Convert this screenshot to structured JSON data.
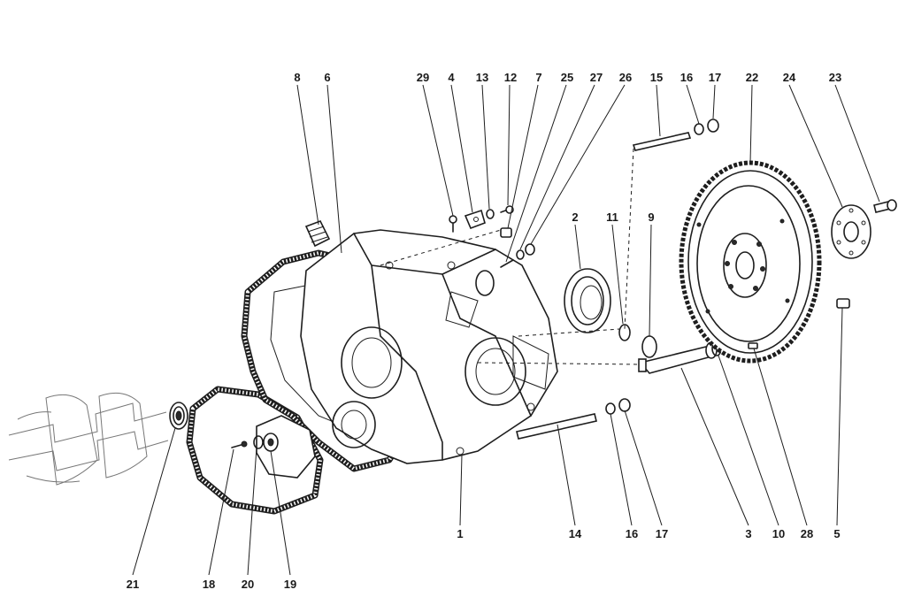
{
  "callouts": [
    {
      "id": "8",
      "text": "8"
    },
    {
      "id": "6",
      "text": "6"
    },
    {
      "id": "29",
      "text": "29"
    },
    {
      "id": "4",
      "text": "4"
    },
    {
      "id": "13",
      "text": "13"
    },
    {
      "id": "12",
      "text": "12"
    },
    {
      "id": "7",
      "text": "7"
    },
    {
      "id": "25",
      "text": "25"
    },
    {
      "id": "27",
      "text": "27"
    },
    {
      "id": "26",
      "text": "26"
    },
    {
      "id": "15",
      "text": "15"
    },
    {
      "id": "16a",
      "text": "16"
    },
    {
      "id": "17a",
      "text": "17"
    },
    {
      "id": "22",
      "text": "22"
    },
    {
      "id": "24",
      "text": "24"
    },
    {
      "id": "23",
      "text": "23"
    },
    {
      "id": "2",
      "text": "2"
    },
    {
      "id": "11",
      "text": "11"
    },
    {
      "id": "9",
      "text": "9"
    },
    {
      "id": "21",
      "text": "21"
    },
    {
      "id": "18",
      "text": "18"
    },
    {
      "id": "20",
      "text": "20"
    },
    {
      "id": "19",
      "text": "19"
    },
    {
      "id": "1",
      "text": "1"
    },
    {
      "id": "14",
      "text": "14"
    },
    {
      "id": "16b",
      "text": "16"
    },
    {
      "id": "17b",
      "text": "17"
    },
    {
      "id": "3",
      "text": "3"
    },
    {
      "id": "10",
      "text": "10"
    },
    {
      "id": "28",
      "text": "28"
    },
    {
      "id": "5",
      "text": "5"
    }
  ]
}
